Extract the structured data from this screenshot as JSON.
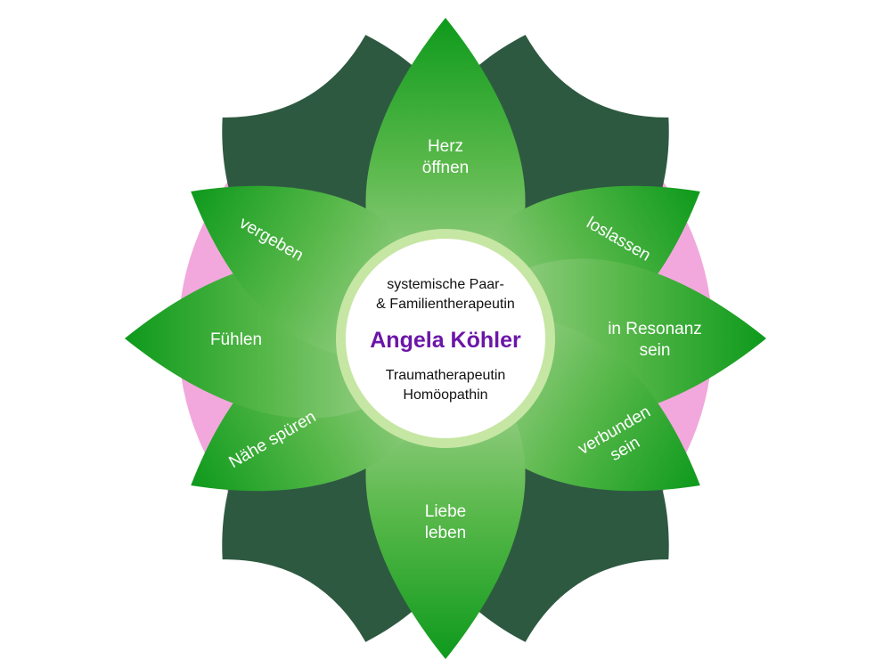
{
  "colors": {
    "pink": "#f2a8dc",
    "dark_petal": "#2e5941",
    "light_green": "#0e9a1c",
    "pale_green": "#b6d9a2",
    "center_ring": "#c6e6a4",
    "name": "#6b16a8"
  },
  "center": {
    "line1": "systemische Paar-",
    "line2": "& Familientherapeutin",
    "name": "Angela Köhler",
    "line3": "Traumatherapeutin",
    "line4": "Homöopathin"
  },
  "petals": [
    {
      "id": "herz",
      "lines": [
        "Herz",
        "öffnen"
      ]
    },
    {
      "id": "loslassen",
      "lines": [
        "loslassen"
      ]
    },
    {
      "id": "resonanz",
      "lines": [
        "in Resonanz",
        "sein"
      ]
    },
    {
      "id": "verbunden",
      "lines": [
        "verbunden",
        "sein"
      ]
    },
    {
      "id": "liebe",
      "lines": [
        "Liebe",
        "leben"
      ]
    },
    {
      "id": "naehe",
      "lines": [
        "Nähe spüren"
      ]
    },
    {
      "id": "fuehlen",
      "lines": [
        "Fühlen"
      ]
    },
    {
      "id": "vergeben",
      "lines": [
        "vergeben"
      ]
    }
  ]
}
